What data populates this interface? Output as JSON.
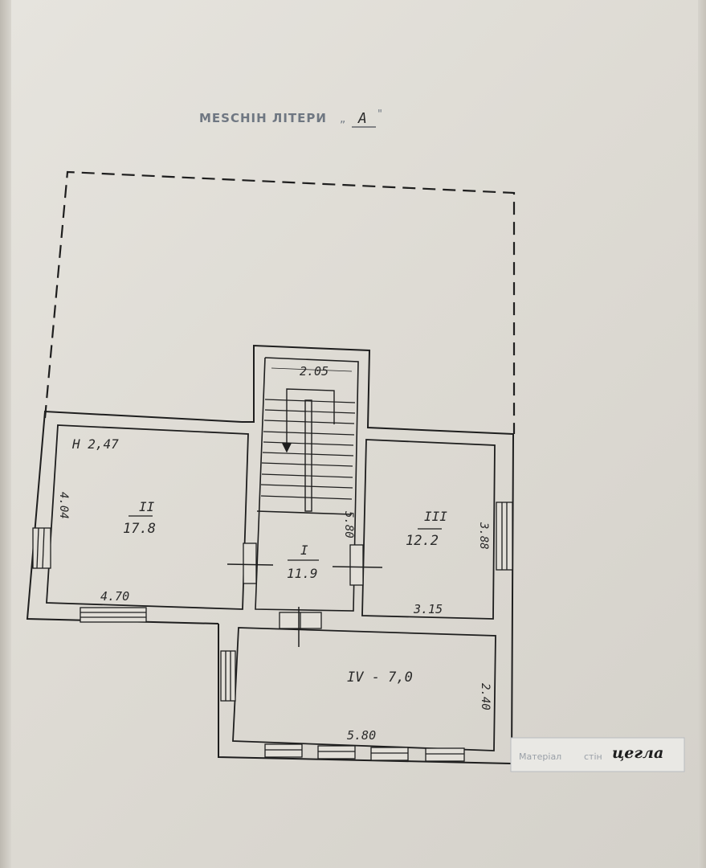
{
  "header_stamp": {
    "prefix": "MESCHIH ЛІТЕРИ",
    "letter": "А"
  },
  "plan": {
    "height_label": "H 2,47",
    "stair_width": "2.05",
    "stair_length": "5.80",
    "rooms": [
      {
        "id": "II",
        "numeral": "II",
        "area": "17.8",
        "dim_width": "4.70",
        "dim_depth": "4.04"
      },
      {
        "id": "I",
        "numeral": "I",
        "area": "11.9"
      },
      {
        "id": "III",
        "numeral": "III",
        "area": "12.2",
        "dim_width": "3.15",
        "dim_depth": "3.88"
      },
      {
        "id": "IV",
        "numeral": "IV",
        "area_label": "IV - 7,0",
        "dim_width": "5.80",
        "dim_depth": "2.40"
      }
    ]
  },
  "footer_stamp": {
    "label": "Матеріал",
    "label2": "стін",
    "value": "цегла"
  },
  "colors": {
    "paper": "#e2dfd8",
    "ink": "#2a2a2a",
    "stamp": "#6f7782"
  }
}
